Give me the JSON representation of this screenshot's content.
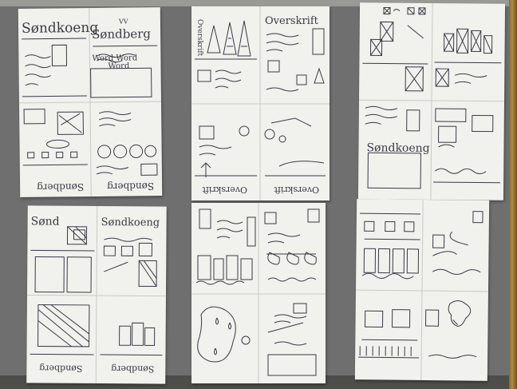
{
  "photo": {
    "background_color": "#6f6f6f",
    "paper_color": "#f1f1ee",
    "ink_color": "#3a3a46"
  },
  "sheets": [
    {
      "id": "sheet-1",
      "texts": {
        "title_a": "Søndkoeng",
        "title_b": "Søndberg",
        "small_a": "VV",
        "line_a": "Word Word",
        "line_b": "Word",
        "footer_a": "Søndberg",
        "footer_b": "Søndberg"
      }
    },
    {
      "id": "sheet-2",
      "texts": {
        "title_a": "Overskrift",
        "side_a": "Overskrift",
        "footer_a": "Overskrift",
        "footer_b": "Overskrift"
      }
    },
    {
      "id": "sheet-3",
      "texts": {
        "title_a": "Søndkoeng"
      }
    },
    {
      "id": "sheet-4",
      "texts": {
        "title_a": "Sønd",
        "title_b": "Søndkoeng",
        "footer_a": "Søndberg",
        "footer_b": "Søndberg"
      }
    },
    {
      "id": "sheet-5",
      "texts": {}
    },
    {
      "id": "sheet-6",
      "texts": {}
    }
  ]
}
